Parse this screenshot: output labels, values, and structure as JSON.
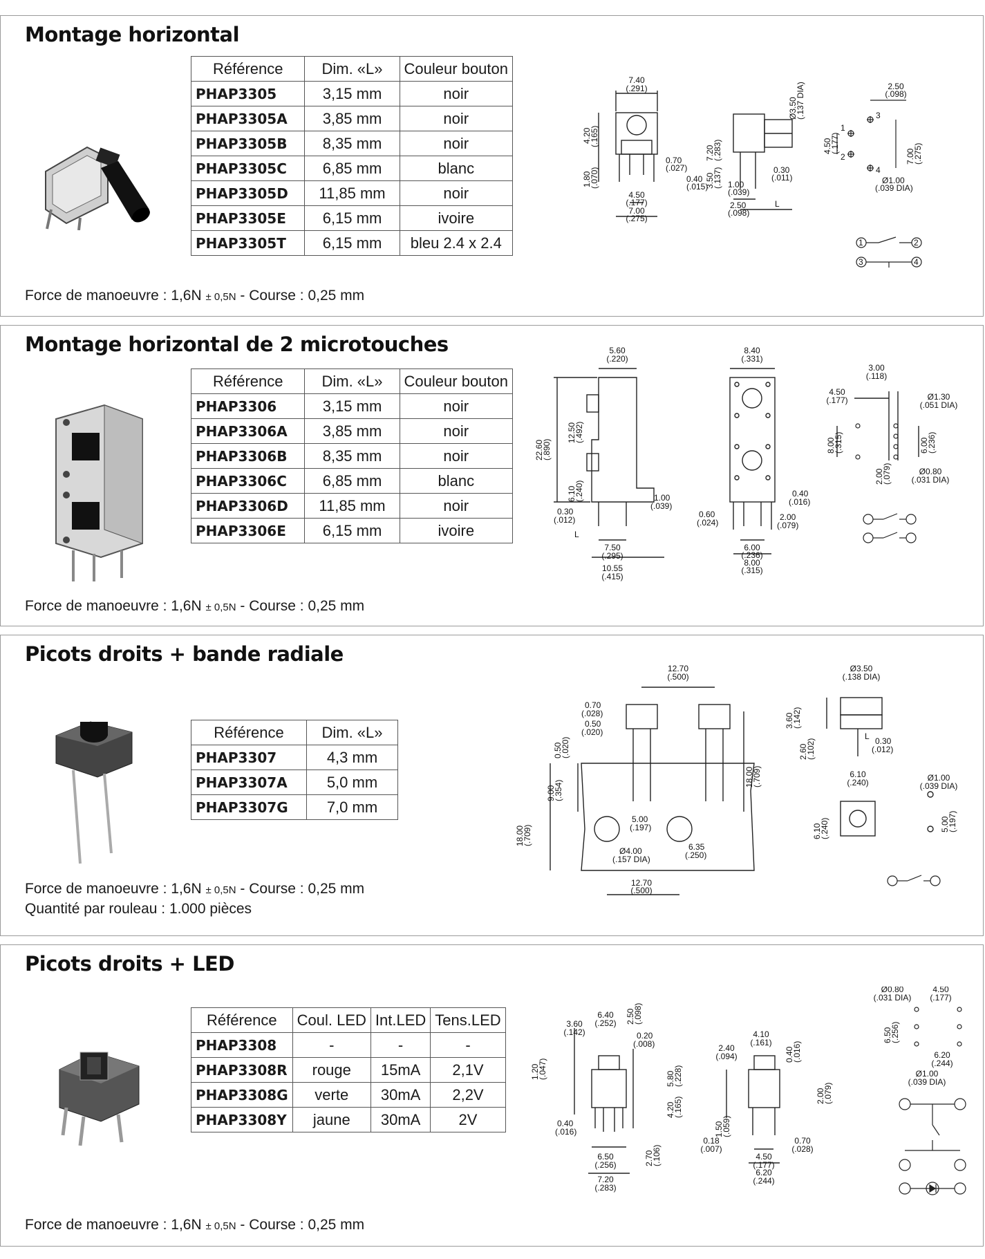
{
  "sections": [
    {
      "title": "Montage horizontal",
      "headers": [
        "Référence",
        "Dim. «L»",
        "Couleur bouton"
      ],
      "rows": [
        [
          "PHAP3305",
          "3,15 mm",
          "noir"
        ],
        [
          "PHAP3305A",
          "3,85 mm",
          "noir"
        ],
        [
          "PHAP3305B",
          "8,35 mm",
          "noir"
        ],
        [
          "PHAP3305C",
          "6,85 mm",
          "blanc"
        ],
        [
          "PHAP3305D",
          "11,85 mm",
          "noir"
        ],
        [
          "PHAP3305E",
          "6,15 mm",
          "ivoire"
        ],
        [
          "PHAP3305T",
          "6,15 mm",
          "bleu 2.4 x 2.4"
        ]
      ],
      "force_label": "Force de manoeuvre : 1,6N",
      "force_tol": "± 0,5N",
      "course": "- Course : 0,25 mm",
      "dims": {
        "w": "7.40",
        "wi": "(.291)",
        "h1": "4.20",
        "h1i": "(.165)",
        "h2": "1.80",
        "h2i": "(.070)",
        "p1": "0.70",
        "p1i": "(.027)",
        "p2": "0.40",
        "p2i": "(.015)",
        "b1": "4.50",
        "b1i": "(.177)",
        "b2": "7.00",
        "b2i": "(.275)",
        "s1": "7.20",
        "s1i": "(.283)",
        "s2": "3.50",
        "s2i": "(.137)",
        "d": "Ø3.50",
        "di": "(.137 DIA)",
        "s3": "0.30",
        "s3i": "(.011)",
        "s4": "1.00",
        "s4i": "(.039)",
        "s5": "2.50",
        "s5i": "(.098)",
        "L": "L",
        "f1": "2.50",
        "f1i": "(.098)",
        "f2": "4.50",
        "f2i": "(.177)",
        "f3": "7.00",
        "f3i": "(.275)",
        "fd": "Ø1.00",
        "fdi": "(.039 DIA)",
        "n1": "1",
        "n2": "2",
        "n3": "3",
        "n4": "4"
      }
    },
    {
      "title": "Montage horizontal de 2 microtouches",
      "headers": [
        "Référence",
        "Dim. «L»",
        "Couleur bouton"
      ],
      "rows": [
        [
          "PHAP3306",
          "3,15 mm",
          "noir"
        ],
        [
          "PHAP3306A",
          "3,85 mm",
          "noir"
        ],
        [
          "PHAP3306B",
          "8,35 mm",
          "noir"
        ],
        [
          "PHAP3306C",
          "6,85 mm",
          "blanc"
        ],
        [
          "PHAP3306D",
          "11,85 mm",
          "noir"
        ],
        [
          "PHAP3306E",
          "6,15 mm",
          "ivoire"
        ]
      ],
      "force_label": "Force de manoeuvre : 1,6N",
      "force_tol": "± 0,5N",
      "course": "- Course : 0,25 mm",
      "dims": {
        "a": "5.60",
        "ai": "(.220)",
        "b": "22.60",
        "bi": "(.890)",
        "c": "12.50",
        "ci": "(.492)",
        "d": "6.10",
        "di": "(.240)",
        "e": "0.30",
        "ei": "(.012)",
        "f": "1.00",
        "fi": "(.039)",
        "g": "7.50",
        "gi": "(.295)",
        "h": "10.55",
        "hi": "(.415)",
        "L": "L",
        "i": "8.40",
        "ii": "(.331)",
        "j": "0.40",
        "ji": "(.016)",
        "k": "0.60",
        "ki": "(.024)",
        "l": "2.00",
        "li": "(.079)",
        "m": "6.00",
        "mi": "(.236)",
        "n": "8.00",
        "ni": "(.315)",
        "o": "3.00",
        "oi": "(.118)",
        "p": "4.50",
        "pi": "(.177)",
        "q": "Ø1.30",
        "qi": "(.051 DIA)",
        "r": "8.00",
        "ri": "(.315)",
        "s": "6.00",
        "si": "(.236)",
        "t": "2.00",
        "ti": "(.079)",
        "u": "Ø0.80",
        "ui": "(.031 DIA)"
      }
    },
    {
      "title": "Picots droits + bande radiale",
      "headers": [
        "Référence",
        "Dim. «L»"
      ],
      "rows": [
        [
          "PHAP3307",
          "4,3 mm"
        ],
        [
          "PHAP3307A",
          "5,0 mm"
        ],
        [
          "PHAP3307G",
          "7,0 mm"
        ]
      ],
      "force_label": "Force de manoeuvre : 1,6N",
      "force_tol": "± 0,5N",
      "course": "- Course : 0,25 mm",
      "extra": "Quantité par rouleau : 1.000 pièces",
      "dims": {
        "a": "12.70",
        "ai": "(.500)",
        "b": "0.70",
        "bi": "(.028)",
        "c": "0.50",
        "ci": "(.020)",
        "d": "0.50",
        "di": "(.020)",
        "e": "9.00",
        "ei": "(.354)",
        "f": "18.00",
        "fi": "(.709)",
        "g": "5.00",
        "gi": "(.197)",
        "h": "Ø4.00",
        "hi": "(.157 DIA)",
        "i": "6.35",
        "ii": "(.250)",
        "j": "12.70",
        "ji": "(.500)",
        "k": "18.00",
        "ki": "(.709)",
        "l": "Ø3.50",
        "li": "(.138 DIA)",
        "m": "3.60",
        "mi": "(.142)",
        "n": "2.60",
        "ni": "(.102)",
        "o": "0.30",
        "oi": "(.012)",
        "p": "6.10",
        "pi": "(.240)",
        "q": "6.10",
        "qi": "(.240)",
        "r": "Ø1.00",
        "ri": "(.039 DIA)",
        "s": "5.00",
        "si": "(.197)",
        "L": "L"
      }
    },
    {
      "title": "Picots droits + LED",
      "headers": [
        "Référence",
        "Coul. LED",
        "Int.LED",
        "Tens.LED"
      ],
      "rows": [
        [
          "PHAP3308",
          "-",
          "-",
          "-"
        ],
        [
          "PHAP3308R",
          "rouge",
          "15mA",
          "2,1V"
        ],
        [
          "PHAP3308G",
          "verte",
          "30mA",
          "2,2V"
        ],
        [
          "PHAP3308Y",
          "jaune",
          "30mA",
          "2V"
        ]
      ],
      "force_label": "Force de manoeuvre : 1,6N",
      "force_tol": "± 0,5N",
      "course": "- Course : 0,25 mm",
      "dims": {
        "a": "6.40",
        "ai": "(.252)",
        "b": "3.60",
        "bi": "(.142)",
        "c": "2.50",
        "ci": "(.098)",
        "d": "0.20",
        "di": "(.008)",
        "e": "1.20",
        "ei": "(.047)",
        "f": "5.80",
        "fi": "(.228)",
        "g": "4.20",
        "gi": "(.165)",
        "h": "0.40",
        "hi": "(.016)",
        "i": "6.50",
        "ii": "(.256)",
        "j": "2.70",
        "ji": "(.106)",
        "k": "7.20",
        "ki": "(.283)",
        "l": "4.10",
        "li": "(.161)",
        "m": "2.40",
        "mi": "(.094)",
        "n": "0.40",
        "ni": "(.016)",
        "o": "2.00",
        "oi": "(.079)",
        "p": "1.50",
        "pi": "(.059)",
        "q": "0.18",
        "qi": "(.007)",
        "r": "0.70",
        "ri": "(.028)",
        "s": "4.50",
        "si": "(.177)",
        "t": "6.20",
        "ti": "(.244)",
        "u": "Ø0.80",
        "ui": "(.031 DIA)",
        "v": "4.50",
        "vi": "(.177)",
        "w": "6.50",
        "wi": "(.256)",
        "x": "6.20",
        "xi": "(.244)",
        "y": "Ø1.00",
        "yi": "(.039 DIA)"
      }
    }
  ]
}
